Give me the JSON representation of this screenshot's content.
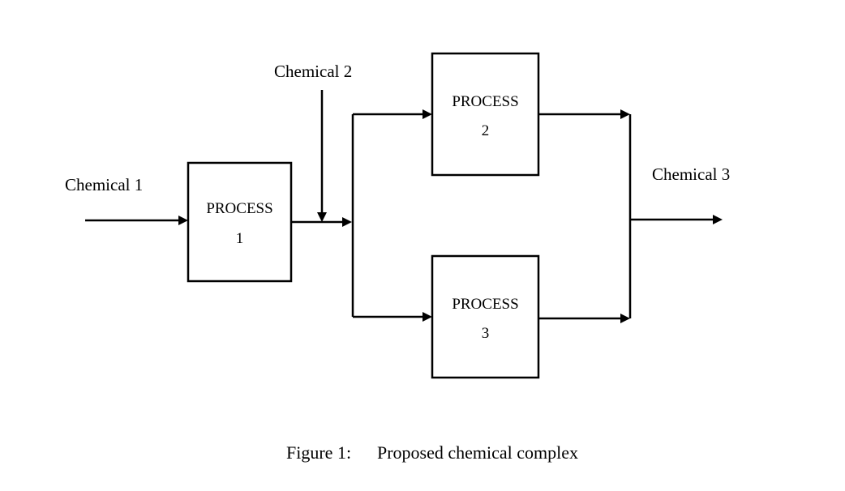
{
  "inputs": {
    "chemical_1": "Chemical 1",
    "chemical_2": "Chemical 2"
  },
  "output": {
    "chemical_3": "Chemical 3"
  },
  "processes": [
    {
      "title": "PROCESS",
      "number": "1"
    },
    {
      "title": "PROCESS",
      "number": "2"
    },
    {
      "title": "PROCESS",
      "number": "3"
    }
  ],
  "caption": {
    "figure": "Figure 1:",
    "text": "Proposed chemical complex"
  }
}
